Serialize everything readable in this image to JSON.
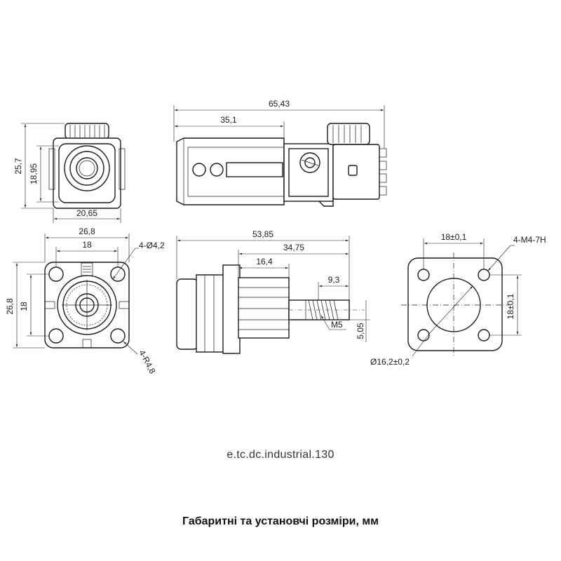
{
  "views": {
    "front_view": {
      "height_outer": "25,7",
      "height_inner": "18,95",
      "width": "20,65"
    },
    "side_view": {
      "length_total": "65,43",
      "length_body": "35,1"
    },
    "flange_view": {
      "width_outer": "26,8",
      "width_holes": "18",
      "height_outer": "26,8",
      "height_holes": "18",
      "hole_callout": "4-Ø4,2",
      "radius_callout": "4-R4,8"
    },
    "terminal_side_view": {
      "length_total": "53,85",
      "length_pin": "34,75",
      "length_flange": "16,4",
      "length_thread": "9,3",
      "thread": "M5",
      "offset": "5,05"
    },
    "panel_cutout": {
      "hole_spacing_x": "18±0,1",
      "hole_spacing_y": "18±0,1",
      "thread_callout": "4-M4-7H",
      "diameter": "Ø16,2±0,2"
    }
  },
  "code": "e.tc.dc.industrial.130",
  "caption": "Габаритні та установчі розміри, мм"
}
